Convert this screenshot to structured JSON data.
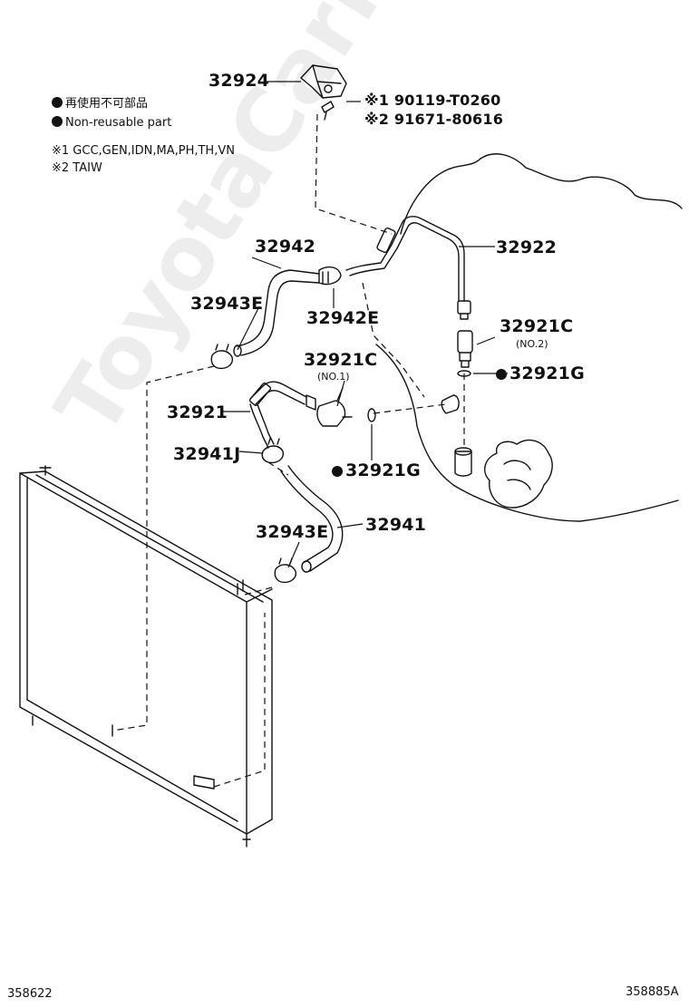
{
  "legend": {
    "nonreusable_jp": "再使用不可部品",
    "nonreusable_en": "Non-reusable part",
    "note1": "※1 GCC,GEN,IDN,MA,PH,TH,VN",
    "note2": "※2 TAIW"
  },
  "bolt_refs": {
    "ref1_mark": "※1",
    "ref1_part": "90119-T0260",
    "ref2_mark": "※2",
    "ref2_part": "91671-80616"
  },
  "parts": {
    "p32924": "32924",
    "p32942": "32942",
    "p32922": "32922",
    "p32943E_top": "32943E",
    "p32942E": "32942E",
    "p32921C_top": "32921C",
    "p32921C_top_sub": "(NO.2)",
    "p32921G_top": "32921G",
    "p32921C_mid": "32921C",
    "p32921C_mid_sub": "(NO.1)",
    "p32921": "32921",
    "p32941J": "32941J",
    "p32921G_mid": "32921G",
    "p32943E_bottom": "32943E",
    "p32941": "32941"
  },
  "watermark": "ToyotaCarMine.ru",
  "footer": {
    "left_code": "358622",
    "right_code": "358885A"
  }
}
